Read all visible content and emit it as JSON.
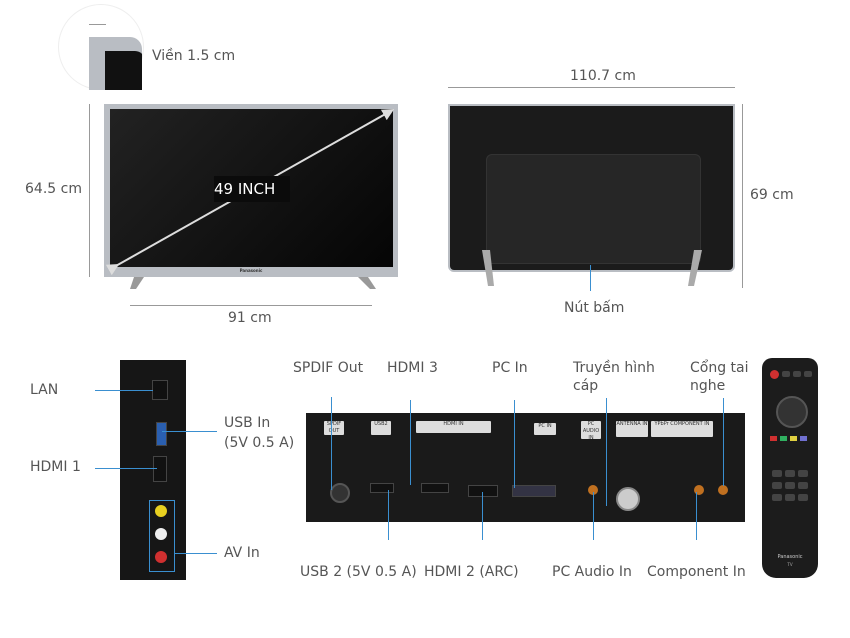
{
  "front": {
    "bezel_label": "Viền 1.5 cm",
    "diagonal_label": "49 INCH",
    "height_label": "64.5 cm",
    "width_label": "91 cm",
    "brand": "Panasonic"
  },
  "back": {
    "width_label": "110.7 cm",
    "height_label": "69 cm",
    "button_label": "Nút bấm"
  },
  "side_ports": {
    "lan": "LAN",
    "usb_line1": "USB In",
    "usb_line2": "(5V 0.5 A)",
    "hdmi1": "HDMI 1",
    "av_in": "AV In"
  },
  "bottom_ports": {
    "top_labels": {
      "spdif": "SPDIF Out",
      "hdmi3": "HDMI 3",
      "pc_in": "PC In",
      "cable_line1": "Truyền hình",
      "cable_line2": "cáp",
      "headphone_line1": "Cổng tai",
      "headphone_line2": "nghe"
    },
    "bottom_labels": {
      "usb2": "USB 2 (5V 0.5 A)",
      "hdmi2": "HDMI 2 (ARC)",
      "pc_audio": "PC Audio In",
      "component": "Component In"
    },
    "panel_tags": {
      "spdif": "SPDIF OUT",
      "usb": "USB2",
      "hdmi": "HDMI IN",
      "pc": "PC IN",
      "pc_audio": "PC AUDIO IN",
      "antenna": "ANTENNA IN",
      "component": "YPbPr COMPONENT IN"
    }
  },
  "remote": {
    "brand": "Panasonic",
    "sub": "TV"
  },
  "colors": {
    "callout_line": "#3a8fd0",
    "screen": "#111111",
    "frame": "#b9bdc3",
    "text": "#555555"
  }
}
